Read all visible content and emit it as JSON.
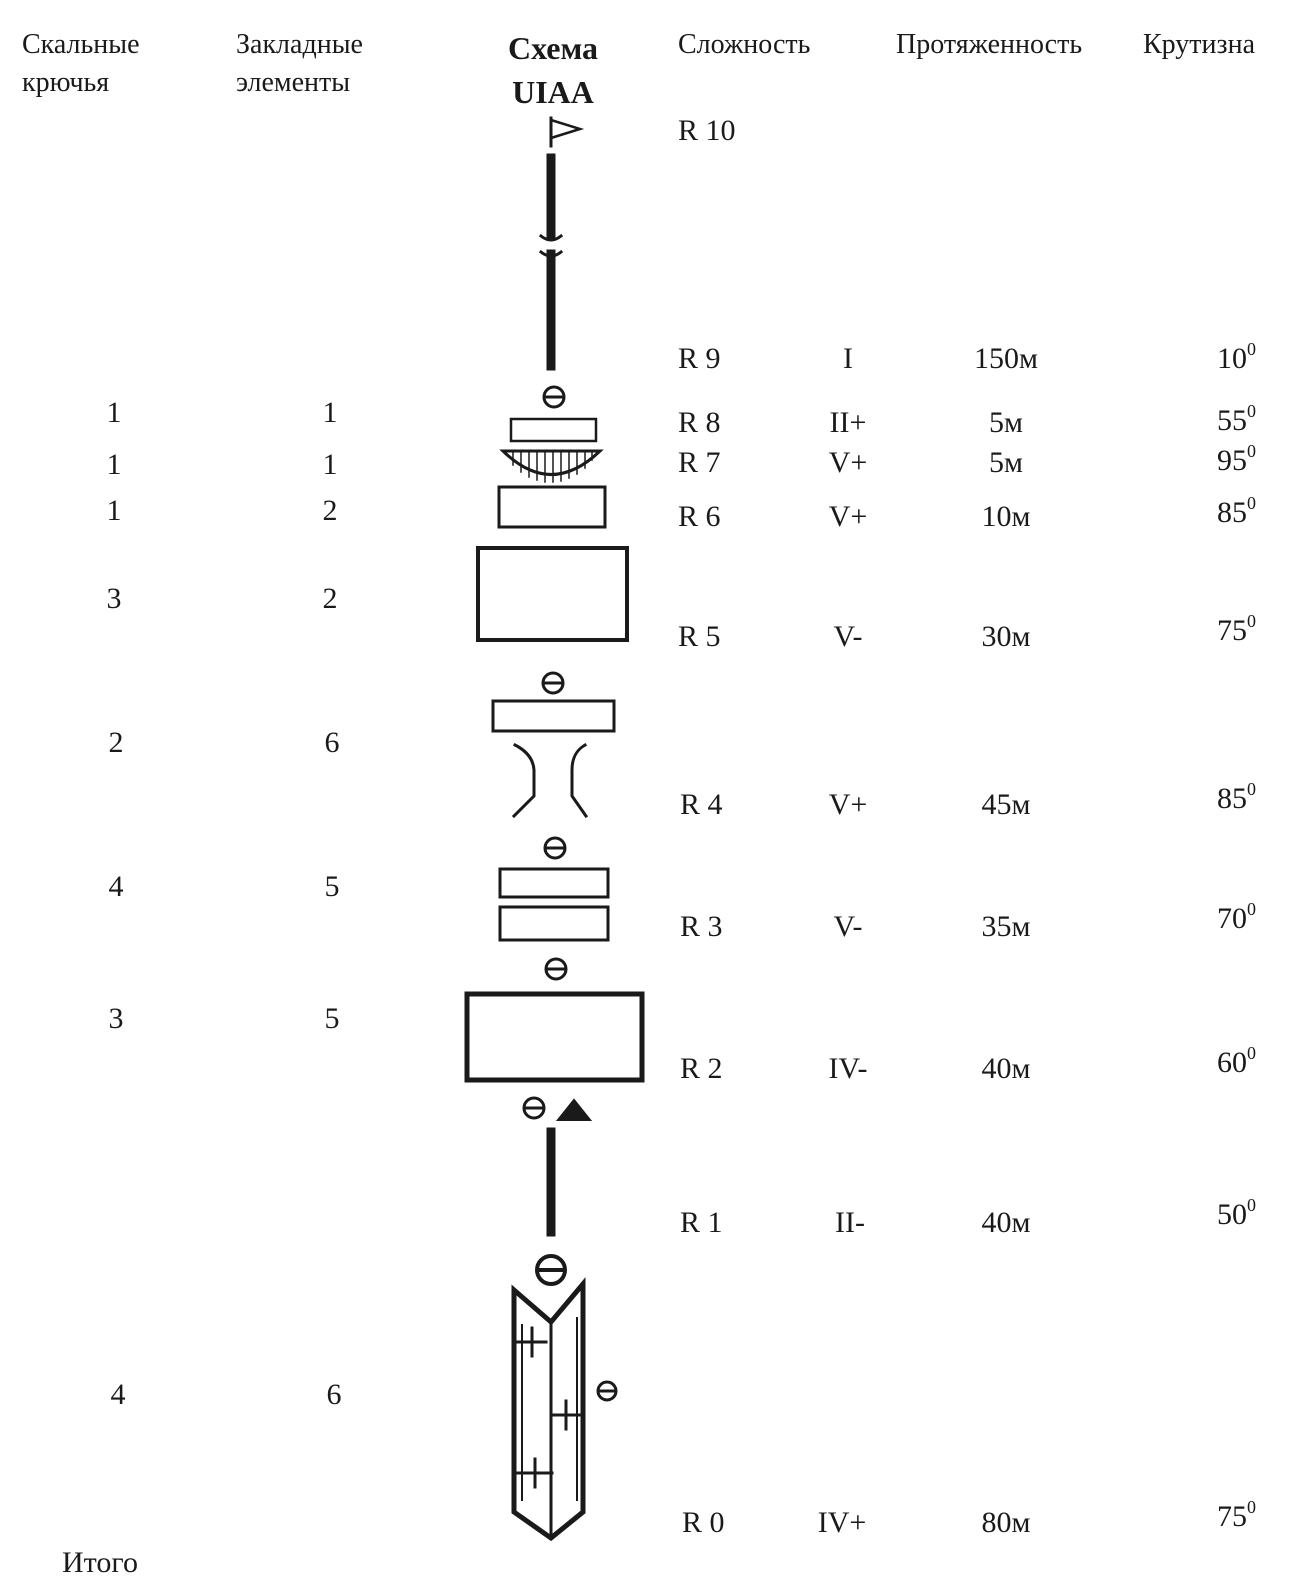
{
  "headers": {
    "pitons": "Скальные крючья",
    "nuts": "Закладные элементы",
    "schema": "Схема UIAA",
    "difficulty": "Сложность",
    "length": "Протяженность",
    "steepness": "Крутизна"
  },
  "top_section": "R 10",
  "sections": [
    {
      "id": "R 9",
      "grade": "I",
      "length": "150м",
      "angle": "10",
      "pitons": "",
      "nuts": ""
    },
    {
      "id": "R 8",
      "grade": "II+",
      "length": "5м",
      "angle": "55",
      "pitons": "1",
      "nuts": "1"
    },
    {
      "id": "R 7",
      "grade": "V+",
      "length": "5м",
      "angle": "95",
      "pitons": "1",
      "nuts": "1"
    },
    {
      "id": "R 6",
      "grade": "V+",
      "length": "10м",
      "angle": "85",
      "pitons": "1",
      "nuts": "2"
    },
    {
      "id": "R 5",
      "grade": "V-",
      "length": "30м",
      "angle": "75",
      "pitons": "3",
      "nuts": "2"
    },
    {
      "id": "R 4",
      "grade": "V+",
      "length": "45м",
      "angle": "85",
      "pitons": "2",
      "nuts": "6"
    },
    {
      "id": "R 3",
      "grade": "V-",
      "length": "35м",
      "angle": "70",
      "pitons": "4",
      "nuts": "5"
    },
    {
      "id": "R 2",
      "grade": "IV-",
      "length": "40м",
      "angle": "60",
      "pitons": "3",
      "nuts": "5"
    },
    {
      "id": "R 1",
      "grade": "II-",
      "length": "40м",
      "angle": "50",
      "pitons": "",
      "nuts": ""
    },
    {
      "id": "R 0",
      "grade": "IV+",
      "length": "80м",
      "angle": "75",
      "pitons": "4",
      "nuts": "6"
    }
  ],
  "degree_sup": "0",
  "total_label": "Итого",
  "ink_color": "#1a1a1a"
}
